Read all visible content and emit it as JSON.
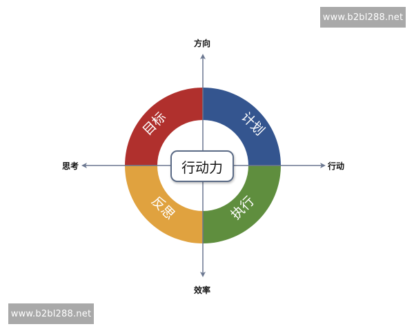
{
  "watermark": {
    "top": "www.b2bl288.net",
    "bottom": "www.b2bl288.net"
  },
  "axes": {
    "top": "方向",
    "bottom": "效率",
    "left": "思考",
    "right": "行动",
    "color": "#6b7790"
  },
  "center": {
    "label": "行动力"
  },
  "segments": [
    {
      "label": "目标",
      "quadrant": "top-left",
      "color": "#b0302d"
    },
    {
      "label": "计划",
      "quadrant": "top-right",
      "color": "#34558f"
    },
    {
      "label": "执行",
      "quadrant": "bottom-right",
      "color": "#5f8e3e"
    },
    {
      "label": "反思",
      "quadrant": "bottom-left",
      "color": "#e0a23f"
    }
  ]
}
